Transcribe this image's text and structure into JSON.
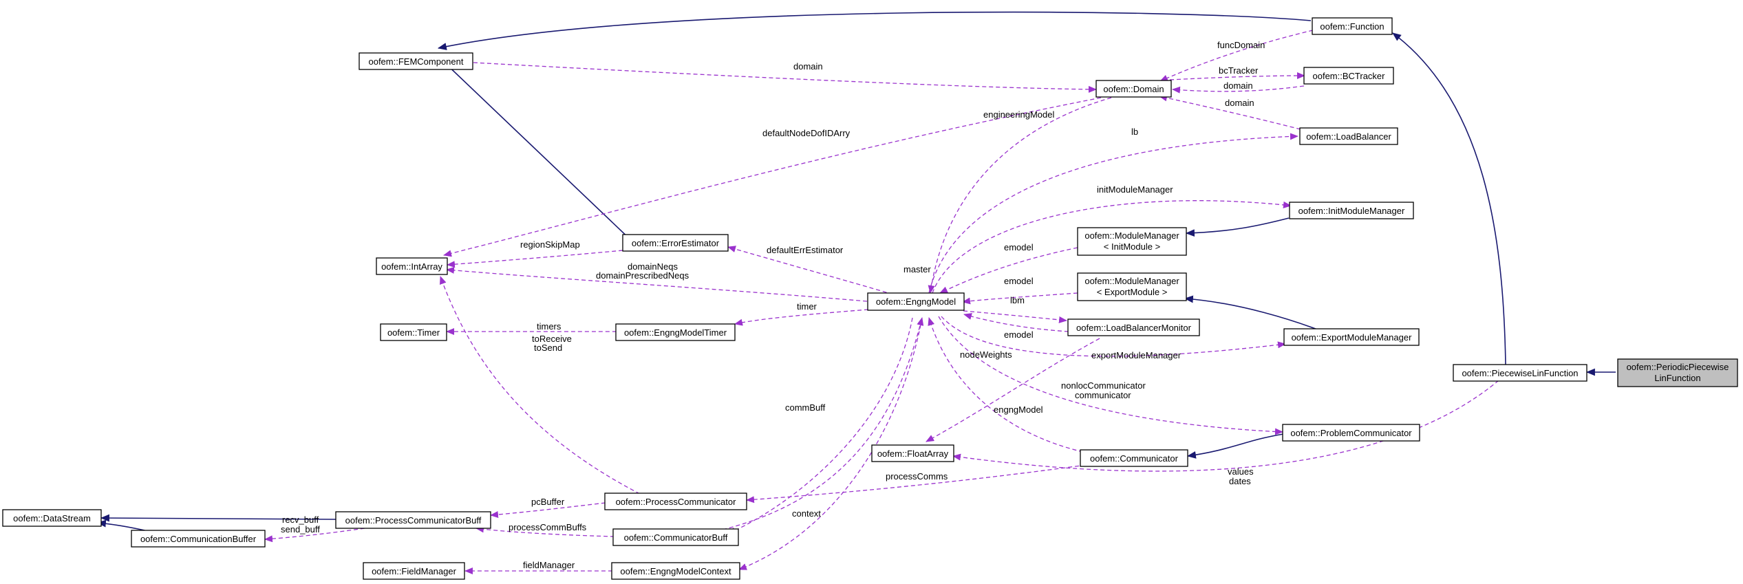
{
  "nodes": {
    "fem_component": "oofem::FEMComponent",
    "function": "oofem::Function",
    "domain": "oofem::Domain",
    "bc_tracker": "oofem::BCTracker",
    "load_balancer": "oofem::LoadBalancer",
    "int_array": "oofem::IntArray",
    "error_estimator": "oofem::ErrorEstimator",
    "init_module_manager": "oofem::InitModuleManager",
    "module_manager_init": [
      "oofem::ModuleManager",
      "< InitModule >"
    ],
    "module_manager_export": [
      "oofem::ModuleManager",
      "< ExportModule >"
    ],
    "engng_model": "oofem::EngngModel",
    "timer": "oofem::Timer",
    "engng_model_timer": "oofem::EngngModelTimer",
    "load_balancer_monitor": "oofem::LoadBalancerMonitor",
    "export_module_manager": "oofem::ExportModuleManager",
    "piecewise_lin_function": "oofem::PiecewiseLinFunction",
    "periodic_piecewise_lin_function": [
      "oofem::PeriodicPiecewise",
      "LinFunction"
    ],
    "float_array": "oofem::FloatArray",
    "communicator": "oofem::Communicator",
    "problem_communicator": "oofem::ProblemCommunicator",
    "data_stream": "oofem::DataStream",
    "process_communicator_buff": "oofem::ProcessCommunicatorBuff",
    "process_communicator": "oofem::ProcessCommunicator",
    "communication_buffer": "oofem::CommunicationBuffer",
    "communicator_buff": "oofem::CommunicatorBuff",
    "field_manager": "oofem::FieldManager",
    "engng_model_context": "oofem::EngngModelContext"
  },
  "edge_labels": {
    "domain": "domain",
    "func_domain": "funcDomain",
    "bc_tracker": "bcTracker",
    "bc_domain": "domain",
    "lb_domain": "domain",
    "engineering_model": "engineeringModel",
    "lb": "lb",
    "default_node_dof_id_arry": "defaultNodeDofIDArry",
    "init_module_manager": "initModuleManager",
    "region_skip_map": "regionSkipMap",
    "default_err_estimator": "defaultErrEstimator",
    "emodel_init": "emodel",
    "master": "master",
    "domain_neqs": "domainNeqs",
    "domain_prescribed_neqs": "domainPrescribedNeqs",
    "emodel_export": "emodel",
    "timer": "timer",
    "lbm": "lbm",
    "timers": "timers",
    "to_receive": "toReceive",
    "to_send": "toSend",
    "emodel_lbm": "emodel",
    "node_weights": "nodeWeights",
    "export_module_manager": "exportModuleManager",
    "nonloc_communicator": "nonlocCommunicator",
    "communicator": "communicator",
    "comm_buff": "commBuff",
    "engng_model": "engngModel",
    "values": "values",
    "dates": "dates",
    "process_comms": "processComms",
    "pc_buffer": "pcBuffer",
    "recv_buff": "recv_buff",
    "send_buff": "send_buff",
    "process_comm_buffs": "processCommBuffs",
    "context": "context",
    "field_manager": "fieldManager"
  },
  "colors": {
    "usage_edge": "#9a32cd",
    "inheritance_edge": "#191970",
    "focus_fill": "#bfbfbf",
    "node_fill": "#ffffff"
  }
}
